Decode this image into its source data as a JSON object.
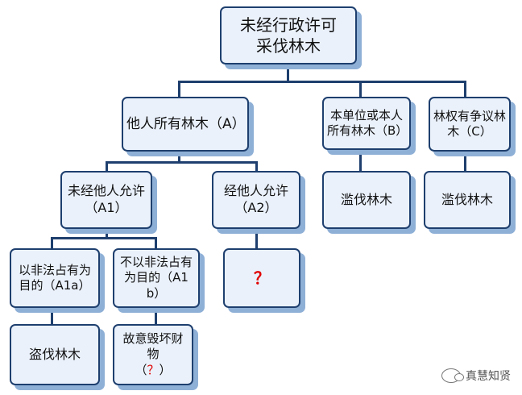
{
  "diagram": {
    "root": "未经行政许可\n采伐林木",
    "a": "他人所有林木（A）",
    "b": "本单位或本人所有林木（B）",
    "c": "林权有争议林木（C）",
    "a1": "未经他人允许（A1）",
    "a2": "经他人允许（A2）",
    "a1a": "以非法占有为目的（A1a）",
    "a1b": "不以非法占有为目的（A1b）",
    "a1a_result": "盗伐林木",
    "a1b_result_prefix": "故意毁坏财物\n（",
    "a1b_result_mark": "？",
    "a1b_result_suffix": "）",
    "a2_result": "？",
    "b_result": "滥伐林木",
    "c_result": "滥伐林木"
  },
  "watermark": "真慧知贤",
  "colors": {
    "border": "#1e3f6e",
    "fill": "#eaf1fb",
    "shadow": "#8fb0d6",
    "question": "#e00000"
  }
}
